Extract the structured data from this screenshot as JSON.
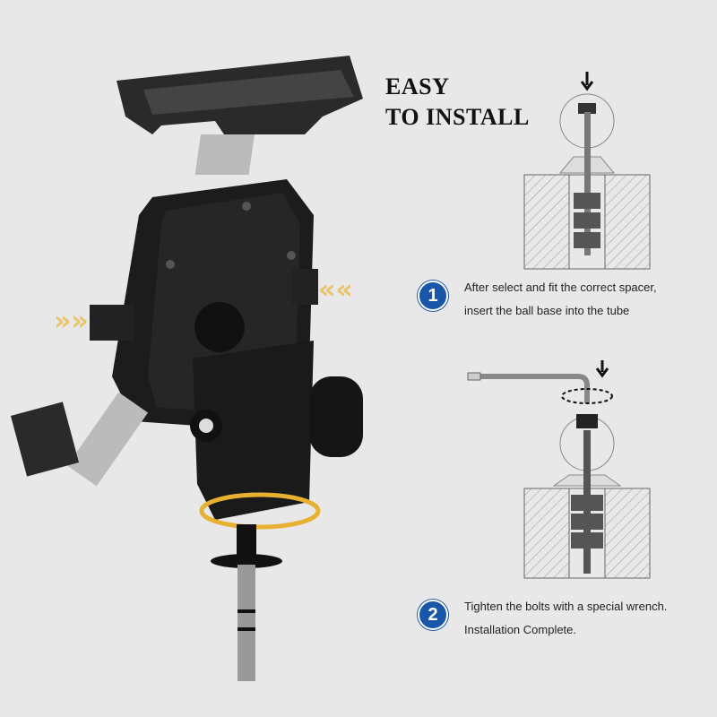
{
  "title": {
    "line1": "EASY",
    "line2": "TO INSTALL"
  },
  "steps": [
    {
      "number": "1",
      "line1": "After select and fit the correct spacer,",
      "line2": "insert the ball base into the tube"
    },
    {
      "number": "2",
      "line1": "Tighten the bolts with a special wrench.",
      "line2": "Installation Complete."
    }
  ],
  "colors": {
    "background": "#e8e8e8",
    "badge": "#1a56a8",
    "accent_arrows": "#e8c46a"
  }
}
